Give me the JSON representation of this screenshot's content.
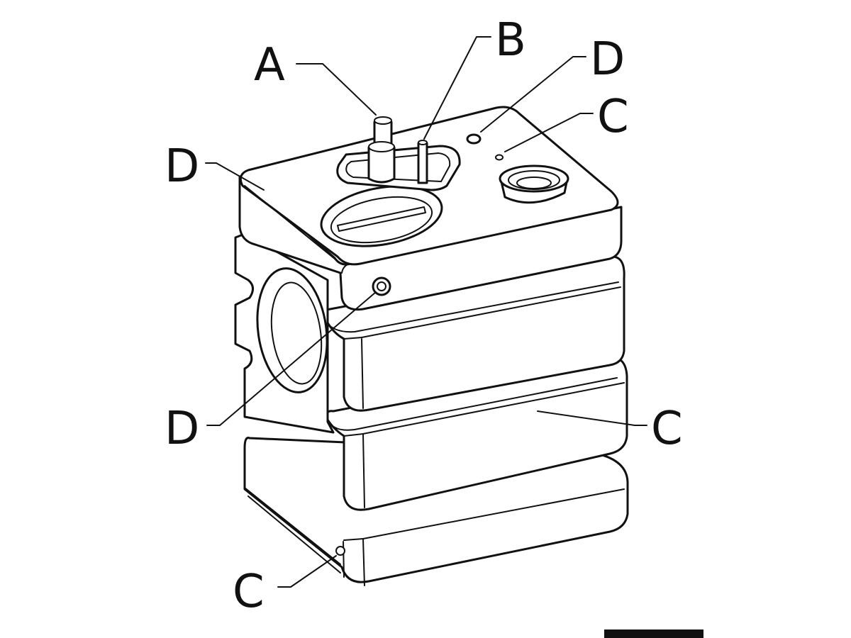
{
  "labels": [
    {
      "key": "top_inlet_pipe",
      "text": "A"
    },
    {
      "key": "top_small_pipe",
      "text": "B"
    },
    {
      "key": "top_fitting",
      "text": "D"
    },
    {
      "key": "top_vent_hole",
      "text": "C"
    },
    {
      "key": "upper_left_corner",
      "text": "D"
    },
    {
      "key": "side_fitting",
      "text": "D"
    },
    {
      "key": "rear_lower_fitting",
      "text": "C"
    },
    {
      "key": "bottom_front_hole",
      "text": "C"
    }
  ],
  "colors": {
    "line": "#111111",
    "background": "#ffffff",
    "scale_bar": "#111111"
  },
  "icons": {
    "scale_bar": "scale-bar"
  }
}
